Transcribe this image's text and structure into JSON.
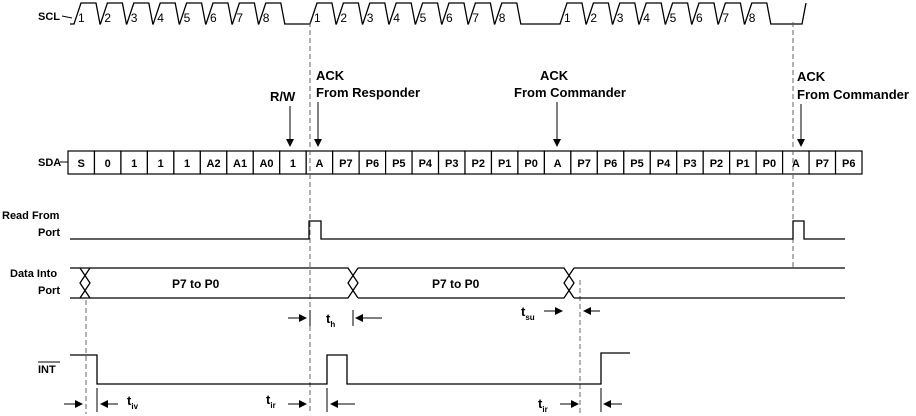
{
  "signals": {
    "scl": "SCL",
    "sda": "SDA",
    "read_from_port_1": "Read From",
    "read_from_port_2": "Port",
    "data_into_port_1": "Data Into",
    "data_into_port_2": "Port",
    "int": "INT"
  },
  "scl_numbers": [
    "1",
    "2",
    "3",
    "4",
    "5",
    "6",
    "7",
    "8",
    "1",
    "2",
    "3",
    "4",
    "5",
    "6",
    "7",
    "8",
    "1",
    "2",
    "3",
    "4",
    "5",
    "6",
    "7",
    "8"
  ],
  "sda_bits": [
    "S",
    "0",
    "1",
    "1",
    "1",
    "A2",
    "A1",
    "A0",
    "1",
    "A",
    "P7",
    "P6",
    "P5",
    "P4",
    "P3",
    "P2",
    "P1",
    "P0",
    "A",
    "P7",
    "P6",
    "P5",
    "P4",
    "P3",
    "P2",
    "P1",
    "P0",
    "A",
    "P7",
    "P6"
  ],
  "callouts": {
    "rw": "R/W",
    "ack_responder_1": "ACK",
    "ack_responder_2": "From Responder",
    "ack_commander1_1": "ACK",
    "ack_commander1_2": "From Commander",
    "ack_commander2_1": "ACK",
    "ack_commander2_2": "From Commander"
  },
  "data_labels": [
    "P7 to P0",
    "P7 to P0"
  ],
  "timing": {
    "th": {
      "main": "t",
      "sub": "h"
    },
    "tsu": {
      "main": "t",
      "sub": "su"
    },
    "tiv": {
      "main": "t",
      "sub": "iv"
    },
    "tir1": {
      "main": "t",
      "sub": "ir"
    },
    "tir2": {
      "main": "t",
      "sub": "ir"
    }
  }
}
